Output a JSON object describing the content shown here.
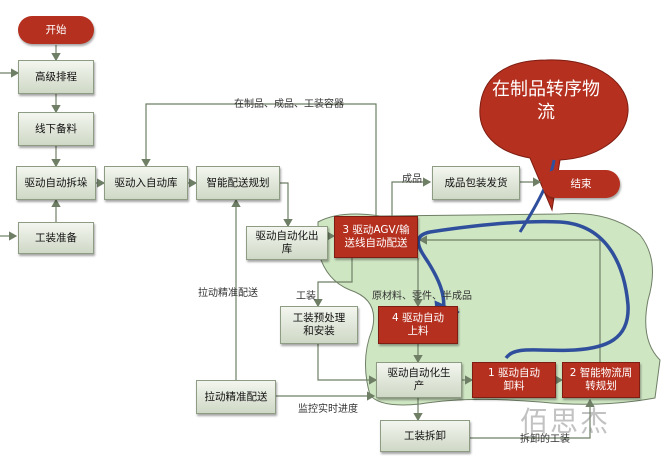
{
  "nodes": {
    "start": "开始",
    "advanced_scheduling": "高级排程",
    "offline_prep": "线下备料",
    "auto_unstack": "驱动自动拆垛",
    "tooling_prep": "工装准备",
    "auto_warehouse_in": "驱动入自动库",
    "smart_delivery_plan": "智能配送规划",
    "auto_outbound": "驱动自动化出库",
    "agv_line": "3 驱动AGV/输送线自动配送",
    "product_pack_ship": "成品包装发货",
    "end": "结束",
    "tool_preprocess": "工装预处理和安装",
    "auto_loading": "4 驱动自动上料",
    "pull_delivery": "拉动精准配送",
    "auto_production": "驱动自动化生产",
    "auto_unloading": "1 驱动自动卸料",
    "smart_logistics": "2 智能物流周转规划",
    "tool_disassembly": "工装拆卸"
  },
  "labels": {
    "wip_top": "在制品、成品、工装容器",
    "finished": "成品",
    "tooling": "工装",
    "materials": "原材料、零件、半成品",
    "pull_delivery_side": "拉动精准配送",
    "monitor_progress": "监控实时进度",
    "disassembled_tooling": "拆卸的工装"
  },
  "callout": "在制品转序物流",
  "watermark": "佰思杰",
  "colors": {
    "red": "#b5301f",
    "green_region": "#cfe6c3",
    "flow_arrow": "#2f4f9c",
    "connector": "#6f7f66"
  }
}
